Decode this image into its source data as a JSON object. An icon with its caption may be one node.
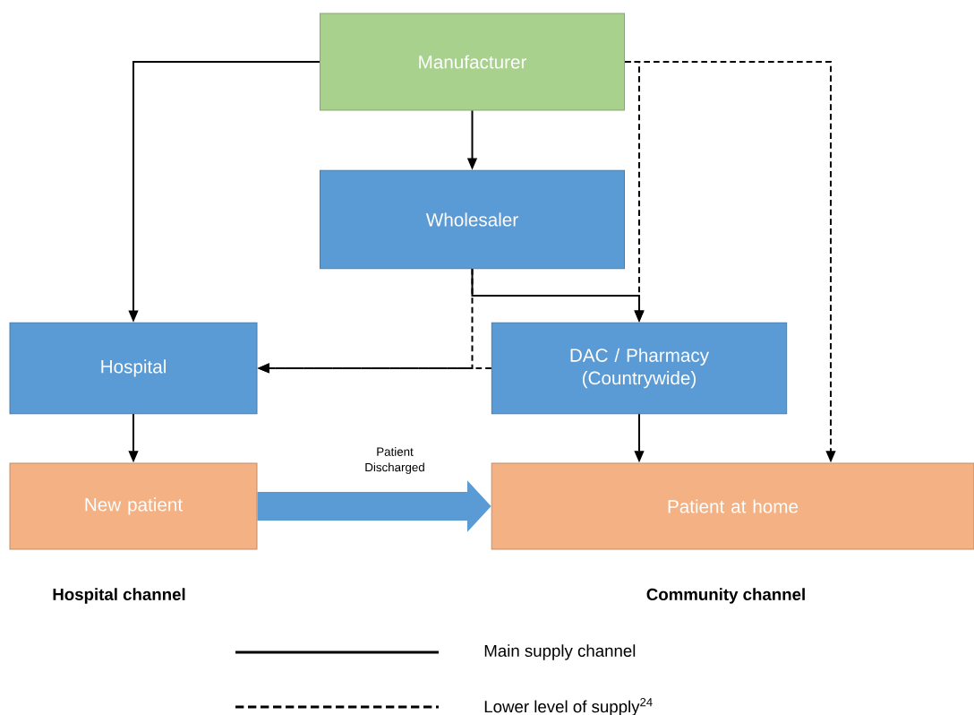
{
  "diagram": {
    "nodes": [
      {
        "text": [
          "Manufacturer"
        ]
      },
      {
        "text": [
          "Wholesaler"
        ]
      },
      {
        "text": [
          "Hospital"
        ]
      },
      {
        "text": [
          "DAC / Pharmacy (Countrywide)"
        ]
      },
      {
        "text": [
          "New patient"
        ]
      },
      {
        "text": [
          "Patient at home"
        ]
      }
    ],
    "edges": [
      {
        "from": 0,
        "to": 2,
        "arrow": "to"
      },
      {
        "from": 0,
        "to": 1,
        "arrow": "to"
      },
      {
        "from": 1,
        "to": 3,
        "arrow": "to"
      },
      {
        "from": 0,
        "to": 3,
        "arrow": "to",
        "style": "dashed"
      },
      {
        "from": 0,
        "to": 5,
        "arrow": "to",
        "style": "dashed"
      },
      {
        "from": 1,
        "to": 2,
        "arrow": "to",
        "style": "dashed"
      },
      {
        "from": 3,
        "to": 2,
        "arrow": "to",
        "style": "dashed"
      },
      {
        "from": 2,
        "to": 4,
        "arrow": "to"
      },
      {
        "from": 3,
        "to": 5,
        "arrow": "to"
      },
      {
        "from": 4,
        "to": 5,
        "arrow": "to",
        "label": "Patient Discharged",
        "style": "thick",
        "color": "#5b9bd5"
      }
    ],
    "labels": [
      "Hospital channel",
      "Community channel"
    ],
    "legend": [
      {
        "text": "Main supply channel"
      },
      {
        "text": "Lower level of supply$^{24}$"
      }
    ]
  }
}
